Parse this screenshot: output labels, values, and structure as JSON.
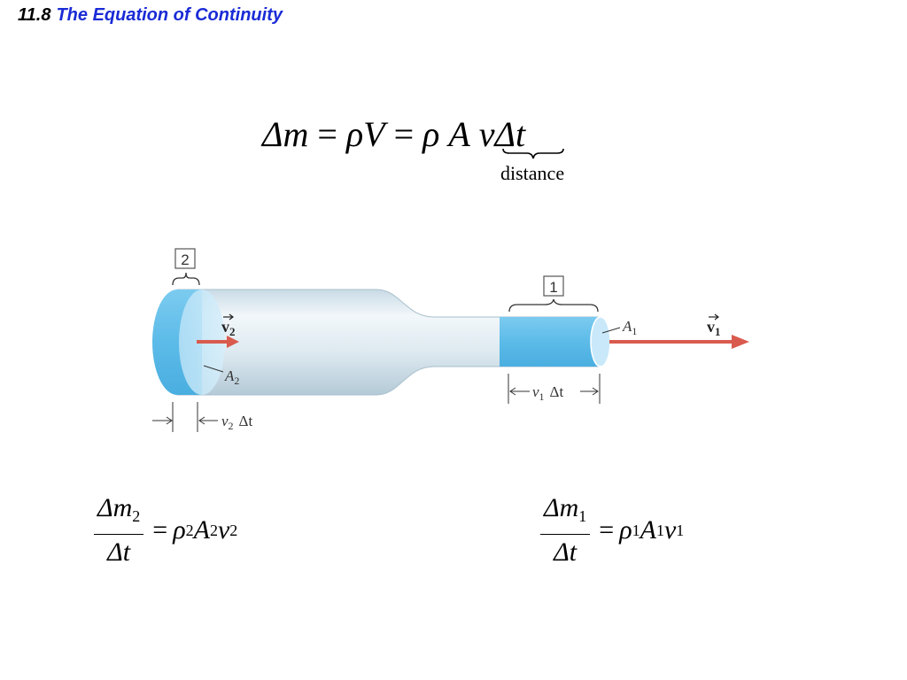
{
  "header": {
    "section_number": "11.8",
    "title": "The Equation of Continuity"
  },
  "main_formula": {
    "dm": "Δm",
    "eq1": "=",
    "rhoV": "ρV",
    "eq2": "=",
    "rho": "ρ",
    "A": "A",
    "v": "v",
    "dt": "Δt",
    "brace_label": "distance"
  },
  "diagram": {
    "section_2_box": "2",
    "section_1_box": "1",
    "v2_label": "v",
    "v2_sub": "2",
    "v1_label": "v",
    "v1_sub": "1",
    "A2_label": "A",
    "A2_sub": "2",
    "A1_label": "A",
    "A1_sub": "1",
    "v2dt_label": "v",
    "v2dt_sub": "2",
    "v2dt_dt": "Δt",
    "v1dt_label": "v",
    "v1dt_sub": "1",
    "v1dt_dt": "Δt",
    "colors": {
      "tube": "#d8e6ee",
      "fluid_slug": "#5cbbe8",
      "arrow": "#d95b4e"
    }
  },
  "equation_left": {
    "num_var": "Δm",
    "num_sub": "2",
    "den": "Δt",
    "eq": "=",
    "rho": "ρ",
    "rho_sub": "2",
    "A": "A",
    "A_sub": "2",
    "v": "v",
    "v_sub": "2"
  },
  "equation_right": {
    "num_var": "Δm",
    "num_sub": "1",
    "den": "Δt",
    "eq": "=",
    "rho": "ρ",
    "rho_sub": "1",
    "A": "A",
    "A_sub": "1",
    "v": "v",
    "v_sub": "1"
  }
}
